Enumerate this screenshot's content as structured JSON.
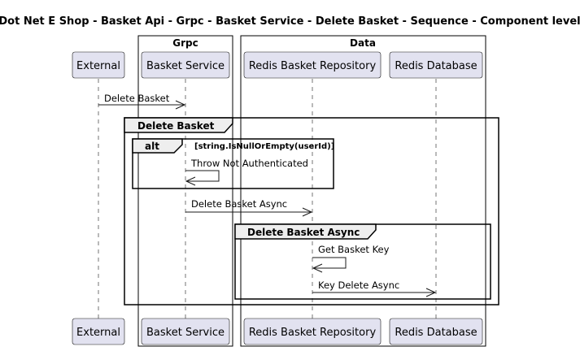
{
  "title": "Dot Net E Shop - Basket Api - Grpc - Basket Service - Delete Basket - Sequence - Component level",
  "groups": [
    "Grpc",
    "Data"
  ],
  "participants": [
    "External",
    "Basket Service",
    "Redis Basket Repository",
    "Redis Database"
  ],
  "messages": [
    {
      "from": "External",
      "to": "Basket Service",
      "label": "Delete Basket"
    },
    {
      "from": "Basket Service",
      "to": "Basket Service",
      "label": "Throw Not Authenticated"
    },
    {
      "from": "Basket Service",
      "to": "Redis Basket Repository",
      "label": "Delete Basket Async"
    },
    {
      "from": "Redis Basket Repository",
      "to": "Redis Basket Repository",
      "label": "Get Basket Key"
    },
    {
      "from": "Redis Basket Repository",
      "to": "Redis Database",
      "label": "Key Delete Async"
    }
  ],
  "fragments": [
    {
      "label": "Delete Basket"
    },
    {
      "label": "alt",
      "condition": "[string.IsNullOrEmpty(userId)]"
    },
    {
      "label": "Delete Basket Async"
    }
  ]
}
